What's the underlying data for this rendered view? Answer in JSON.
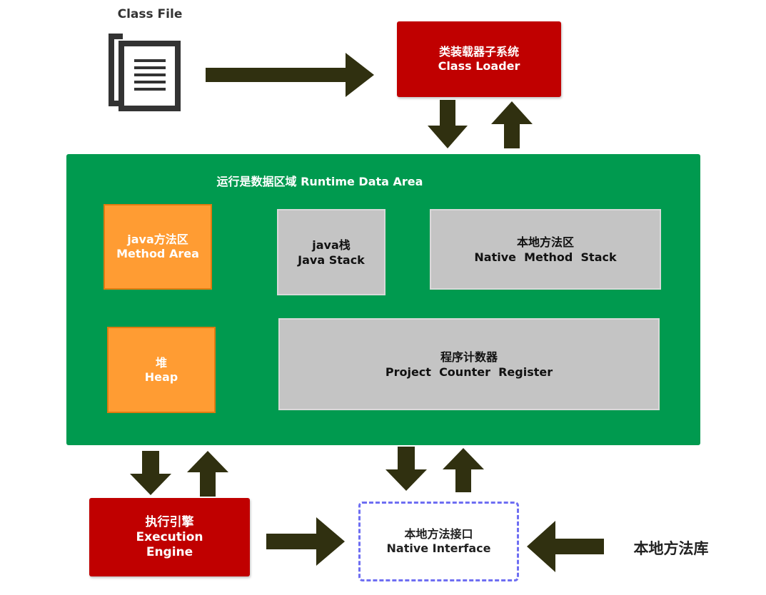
{
  "class_file": {
    "label": "Class File",
    "icon": "document-stack-icon"
  },
  "class_loader": {
    "title_cn": "类装载器子系统",
    "title_en": "Class Loader"
  },
  "runtime_data_area": {
    "title": "运行是数据区域  Runtime Data Area",
    "method_area": {
      "cn": "java方法区",
      "en": "Method Area"
    },
    "heap": {
      "cn": "堆",
      "en": "Heap"
    },
    "java_stack": {
      "cn": "java栈",
      "en": "Java Stack"
    },
    "native_method_stack": {
      "cn": "本地方法区",
      "en": "Native  Method  Stack"
    },
    "pc_register": {
      "cn": "程序计数器",
      "en": "Project  Counter  Register"
    }
  },
  "execution_engine": {
    "cn": "执行引擎",
    "en_line1": "Execution",
    "en_line2": "Engine"
  },
  "native_interface": {
    "cn": "本地方法接口",
    "en": "Native Interface"
  },
  "native_library": {
    "label": "本地方法库"
  },
  "colors": {
    "arrow": "#303010",
    "red": "#c00000",
    "green": "#009a4f",
    "orange": "#ff9c33",
    "gray": "#c4c4c4",
    "dashed_border": "#6e6ef2"
  }
}
